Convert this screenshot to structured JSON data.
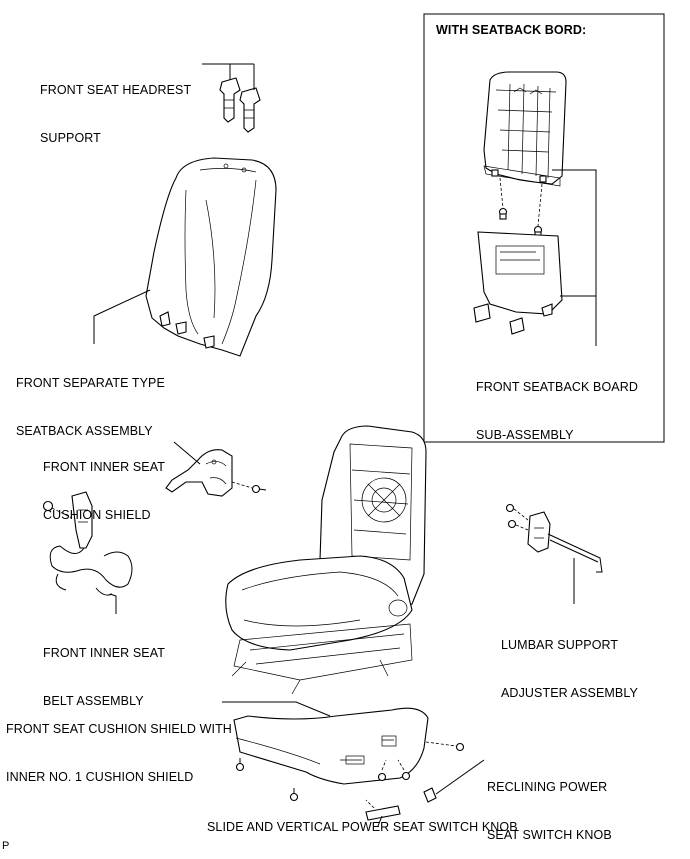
{
  "inset": {
    "title": "WITH SEATBACK BORD:",
    "label_board": [
      "FRONT SEATBACK BOARD",
      "SUB-ASSEMBLY"
    ]
  },
  "labels": {
    "headrest_support": [
      "FRONT SEAT HEADREST",
      "SUPPORT"
    ],
    "seatback_assembly": [
      "FRONT SEPARATE TYPE",
      "SEATBACK ASSEMBLY"
    ],
    "inner_cushion_shield": [
      "FRONT INNER SEAT",
      "CUSHION SHIELD"
    ],
    "inner_belt": [
      "FRONT INNER SEAT",
      "BELT ASSEMBLY"
    ],
    "lumbar_adjuster": [
      "LUMBAR SUPPORT",
      "ADJUSTER ASSEMBLY"
    ],
    "cushion_shield": [
      "FRONT SEAT CUSHION SHIELD WITH",
      "INNER NO. 1 CUSHION SHIELD"
    ],
    "reclining_knob": [
      "RECLINING POWER",
      "SEAT SWITCH KNOB"
    ],
    "slide_knob": "SLIDE AND VERTICAL POWER SEAT SWITCH KNOB"
  },
  "figure_code": "P"
}
